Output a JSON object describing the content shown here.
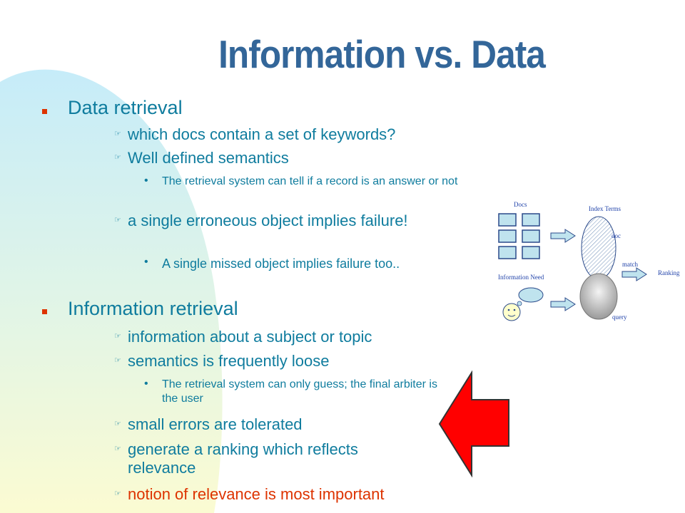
{
  "slide": {
    "title": "Information vs. Data",
    "sections": [
      {
        "heading": "Data retrieval",
        "items": [
          {
            "text": "which docs contain a set of keywords?"
          },
          {
            "text": "Well defined semantics",
            "sub": [
              "The retrieval system can tell if a record is an answer or not"
            ]
          },
          {
            "text": "a single erroneous object implies failure!",
            "sub": [
              "A single missed object implies failure too.."
            ]
          }
        ]
      },
      {
        "heading": "Information retrieval",
        "items": [
          {
            "text": "information about a subject or topic"
          },
          {
            "text": "semantics is frequently loose",
            "sub": [
              "The retrieval system can only guess; the final arbiter is the user"
            ]
          },
          {
            "text": "small errors are tolerated"
          },
          {
            "text": "generate a ranking which reflects relevance"
          },
          {
            "text": "notion of relevance is most important"
          }
        ]
      }
    ]
  },
  "diagram": {
    "docs_label": "Docs",
    "index_terms_label": "Index Terms",
    "doc_label": "doc",
    "match_label": "match",
    "ranking_label": "Ranking",
    "information_need_label": "Information Need",
    "query_label": "query"
  },
  "colors": {
    "title": "#336699",
    "text": "#0f7c9e",
    "bullet_l1": "#dd3300",
    "highlight": "#dd3300",
    "arrow": "#ff0000",
    "diagram_stroke": "#2b4a8a",
    "diagram_box": "#bfe3ee"
  },
  "icons": {
    "level1_bullet": "square-bullet-icon",
    "level2_bullet": "hand-pointer-icon",
    "level3_bullet": "dot-bullet-icon",
    "big_arrow": "left-arrow-icon"
  }
}
